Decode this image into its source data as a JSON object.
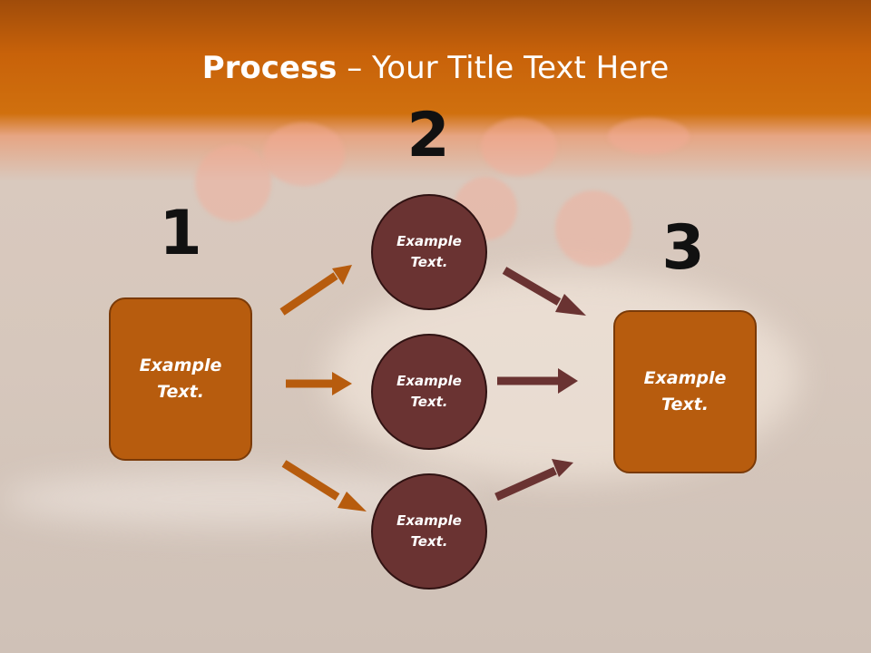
{
  "title": {
    "bold": "Process",
    "rest": " – Your Title Text Here"
  },
  "steps": {
    "one": "1",
    "two": "2",
    "three": "3"
  },
  "left_box": {
    "text": "Example Text."
  },
  "right_box": {
    "text": "Example Text."
  },
  "circles": [
    {
      "text": "Example Text."
    },
    {
      "text": "Example Text."
    },
    {
      "text": "Example Text."
    }
  ],
  "colors": {
    "header": "#c8620a",
    "box_fill": "#b75c0e",
    "circle_fill": "#6a3332",
    "arrow_orange": "#b75c0e",
    "arrow_maroon": "#6a3332"
  }
}
